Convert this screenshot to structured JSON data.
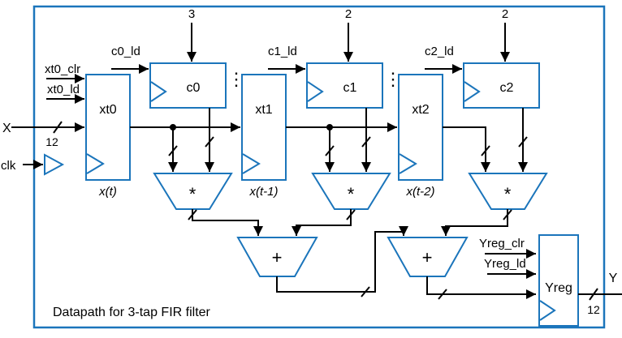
{
  "diagram": {
    "caption": "Datapath for 3-tap FIR filter",
    "colors": {
      "wire": "#000000",
      "component_outline": "#1b75bb",
      "background": "#ffffff"
    },
    "external_io": {
      "x_label": "X",
      "x_bus_width": "12",
      "clk_label": "clk",
      "y_label": "Y",
      "y_bus_width": "12"
    },
    "control_signals": {
      "xt0_clr": "xt0_clr",
      "xt0_ld": "xt0_ld",
      "c0_ld": "c0_ld",
      "c1_ld": "c1_ld",
      "c2_ld": "c2_ld",
      "yreg_clr": "Yreg_clr",
      "yreg_ld": "Yreg_ld"
    },
    "coefficient_constants": [
      "3",
      "2",
      "2"
    ],
    "registers": {
      "coefficient": [
        "c0",
        "c1",
        "c2"
      ],
      "tap": [
        "xt0",
        "xt1",
        "xt2"
      ],
      "tap_outputs": [
        "x(t)",
        "x(t-1)",
        "x(t-2)"
      ],
      "output": "Yreg"
    },
    "operators": {
      "multiply": "*",
      "add": "+"
    },
    "ellipsis": "⋮"
  }
}
